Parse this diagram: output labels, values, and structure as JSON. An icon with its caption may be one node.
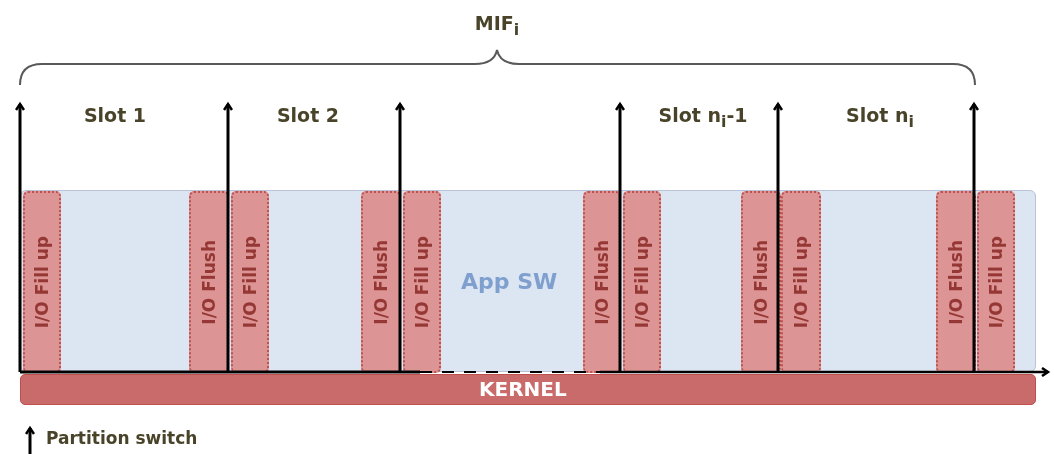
{
  "diagram": {
    "nodes": [
      {
        "text": [
          "App SW"
        ]
      },
      {
        "text": [
          "KERNEL"
        ]
      },
      {
        "text": [
          "I/O Fill up"
        ],
        "in": 0
      },
      {
        "text": [
          "I/O Flush"
        ],
        "in": 0
      },
      {
        "text": [
          "I/O Fill up"
        ],
        "in": 0
      },
      {
        "text": [
          "I/O Flush"
        ],
        "in": 0
      },
      {
        "text": [
          "I/O Fill up"
        ],
        "in": 0
      },
      {
        "text": [
          "I/O Flush"
        ],
        "in": 0
      },
      {
        "text": [
          "I/O Fill up"
        ],
        "in": 0
      },
      {
        "text": [
          "I/O Flush"
        ],
        "in": 0
      },
      {
        "text": [
          "I/O Fill up"
        ],
        "in": 0
      },
      {
        "text": [
          "I/O Flush"
        ],
        "in": 0
      },
      {
        "text": [
          "I/O Fill up"
        ],
        "in": 0
      }
    ],
    "labels": [
      "MIF$_{i}$",
      "Slot 1",
      "Slot 2",
      "Slot n$_{i}$-1",
      "Slot n$_{i}$"
    ],
    "legend": [
      {
        "text": "Partition switch"
      }
    ]
  }
}
